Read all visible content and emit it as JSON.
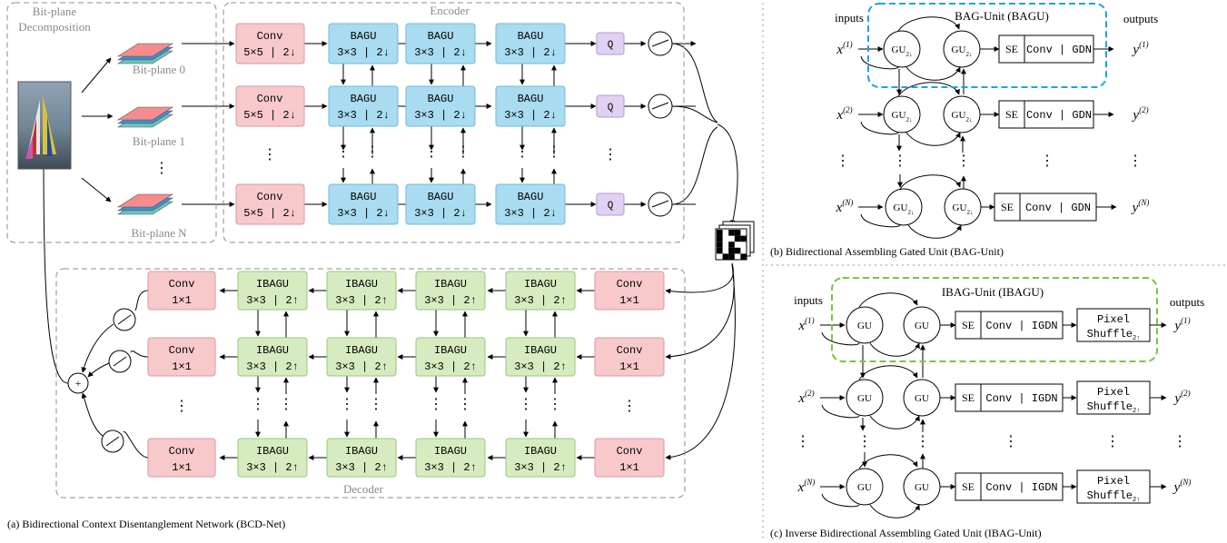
{
  "colors": {
    "conv_fill": "#f8c9cb",
    "conv_stroke": "#d69aa0",
    "bagu_fill": "#a9dcf0",
    "bagu_stroke": "#6fb9d8",
    "ibagu_fill": "#d6ecc0",
    "ibagu_stroke": "#96c77a",
    "q_fill": "#e2d0f2",
    "q_stroke": "#b59ad4",
    "bagu_accent": "#1fa3d6",
    "ibagu_accent": "#7dc243",
    "dashed_gray": "#8c8c8c"
  },
  "panel_a": {
    "bitplane_title": "Bit-plane\nDecomposition",
    "bitplane_labels": [
      "Bit-plane 0",
      "Bit-plane 1",
      "Bit-plane N"
    ],
    "encoder_label": "Encoder",
    "decoder_label": "Decoder",
    "enc_conv": [
      "Conv",
      "5×5 | 2↓"
    ],
    "enc_bagu": [
      "BAGU",
      "3×3 | 2↓"
    ],
    "quant": "Q",
    "dec_conv": [
      "Conv",
      "1×1"
    ],
    "dec_ibagu": [
      "IBAGU",
      "3×3 | 2↑"
    ],
    "plus": "+",
    "ellipsis": "⋮",
    "caption": "(a) Bidirectional Context Disentanglement Network (BCD-Net)"
  },
  "panel_b": {
    "title": "BAG-Unit (BAGU)",
    "inputs": "inputs",
    "outputs": "outputs",
    "gu": "GU",
    "gu_sub": "2↓",
    "se": "SE",
    "conv": "Conv | GDN",
    "x_labels": [
      "x",
      "x",
      "x"
    ],
    "x_sups": [
      "(1)",
      "(2)",
      "(N)"
    ],
    "y_labels": [
      "y",
      "y",
      "y"
    ],
    "y_sups": [
      "(1)",
      "(2)",
      "(N)"
    ],
    "ellipsis": "⋮",
    "caption": "(b) Bidirectional Assembling Gated Unit (BAG-Unit)"
  },
  "panel_c": {
    "title": "IBAG-Unit (IBAGU)",
    "inputs": "inputs",
    "outputs": "outputs",
    "gu": "GU",
    "se": "SE",
    "conv": "Conv | IGDN",
    "pixel": "Pixel",
    "shuffle": "Shuffle",
    "shuffle_sub": "2↑",
    "x_labels": [
      "x",
      "x",
      "x"
    ],
    "x_sups": [
      "(1)",
      "(2)",
      "(N)"
    ],
    "y_labels": [
      "y",
      "y",
      "y"
    ],
    "y_sups": [
      "(1)",
      "(2)",
      "(N)"
    ],
    "ellipsis": "⋮",
    "caption": "(c) Inverse Bidirectional Assembling Gated Unit (IBAG-Unit)"
  }
}
